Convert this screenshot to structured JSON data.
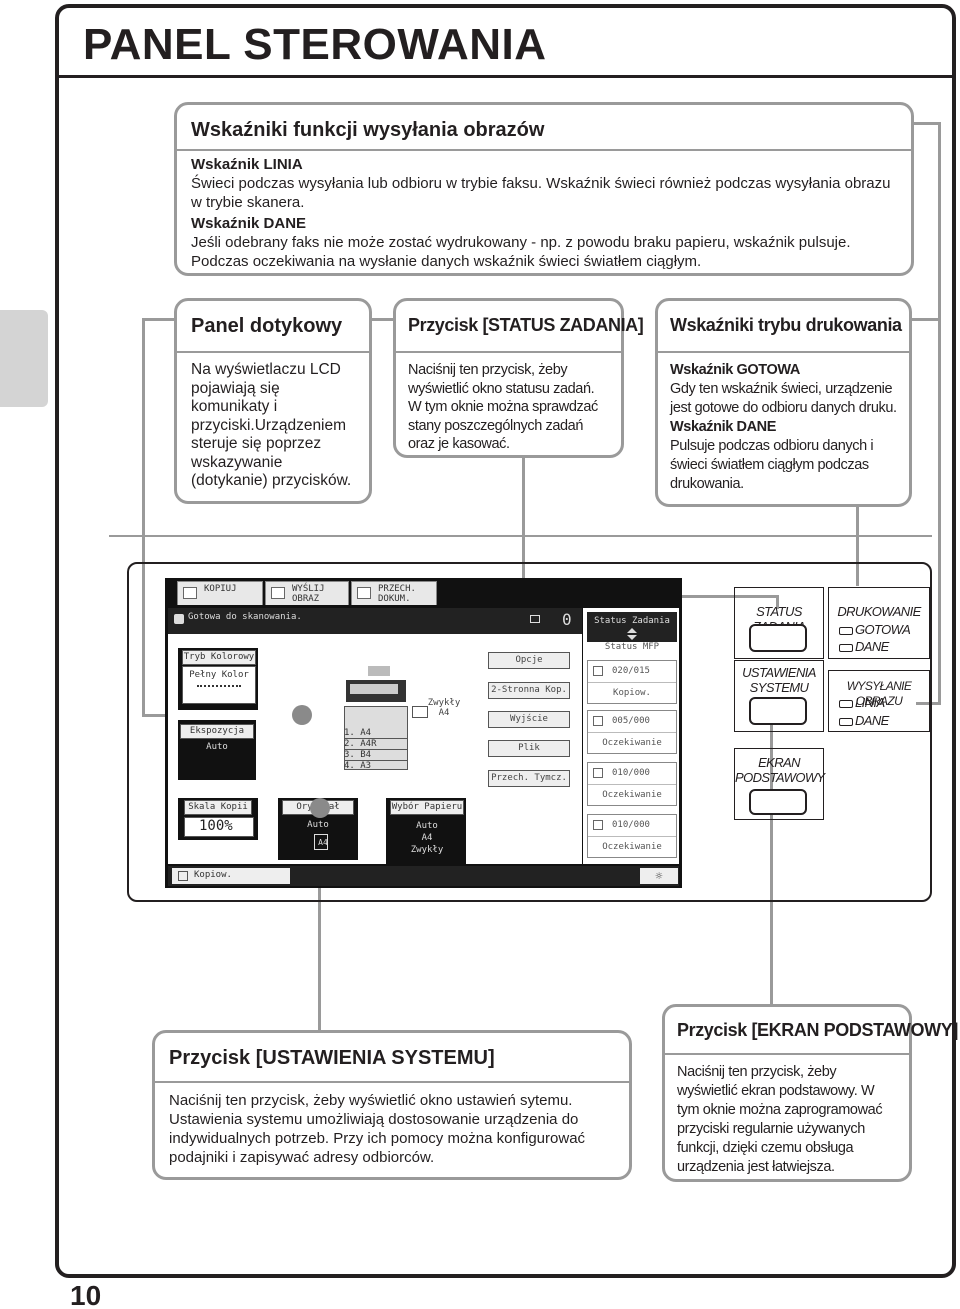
{
  "page": {
    "title": "PANEL STEROWANIA",
    "page_number": "10"
  },
  "send_indicators": {
    "heading": "Wskaźniki funkcji wysyłania obrazów",
    "line_title": "Wskaźnik LINIA",
    "line_text": "Świeci podczas wysyłania lub odbioru w trybie faksu. Wskaźnik świeci również podczas wysyłania obrazu w trybie skanera.",
    "data_title": "Wskaźnik DANE",
    "data_text": "Jeśli odebrany faks nie może zostać wydrukowany - np. z powodu braku papieru, wskaźnik pulsuje. Podczas oczekiwania na wysłanie danych wskaźnik świeci światłem ciągłym."
  },
  "touch_panel": {
    "heading": "Panel dotykowy",
    "text": "Na wyświetlaczu LCD pojawiają się komunikaty i przyciski.Urządzeniem steruje się poprzez wskazywanie (dotykanie) przycisków."
  },
  "job_status": {
    "heading": "Przycisk [STATUS ZADANIA]",
    "text": "Naciśnij ten przycisk, żeby wyświetlić okno statusu zadań. W tym oknie można sprawdzać stany poszczególnych zadań oraz je kasować."
  },
  "print_indicators": {
    "heading": "Wskaźniki trybu drukowania",
    "ready_title": "Wskaźnik GOTOWA",
    "ready_text": "Gdy ten wskaźnik świeci, urządzenie jest gotowe do odbioru danych druku.",
    "data_title": "Wskaźnik DANE",
    "data_text": "Pulsuje podczas odbioru danych i świeci światłem ciągłym podczas drukowania."
  },
  "system_settings": {
    "heading": "Przycisk [USTAWIENIA SYSTEMU]",
    "text": "Naciśnij ten przycisk, żeby wyświetlić okno ustawień sytemu. Ustawienia systemu umożliwiają dostosowanie urządzenia do indywidualnych potrzeb. Przy ich pomocy można konfigurować podajniki i zapisywać adresy odbiorców."
  },
  "home_screen": {
    "heading": "Przycisk [EKRAN PODSTAWOWY]",
    "text": "Naciśnij ten przycisk, żeby wyświetlić ekran podstawowy. W tym oknie można zaprogramować przyciski regularnie używanych funkcji, dzięki czemu obsługa urządzenia jest łatwiejsza."
  },
  "screen": {
    "tabs": [
      "KOPIUJ",
      "WYŚLIJ OBRAZ",
      "PRZECH. DOKUM."
    ],
    "status_message": "Gotowa do skanowania.",
    "counter": "0",
    "color_mode_label": "Tryb Kolorowy",
    "color_mode_value": "Pełny Kolor",
    "exposure_label": "Ekspozycja",
    "exposure_value": "Auto",
    "trays": [
      "1.  A4",
      "2.  A4R",
      "3.  B4",
      "4.  A3"
    ],
    "plain_paper": "Zwykły",
    "plain_size": "A4",
    "right_buttons": [
      "Opcje",
      "2-Stronna Kop.",
      "Wyjście",
      "Plik",
      "Przech. Tymcz."
    ],
    "copy_ratio_label": "Skala Kopii",
    "copy_ratio_value": "100%",
    "original_label": "Oryginał",
    "original_value": "Auto",
    "original_size": "A4",
    "paper_select_label": "Wybór Papieru",
    "paper_select_value": "Auto",
    "paper_select_size": "A4",
    "paper_select_type": "Zwykły",
    "job_status_label": "Status Zadania",
    "mfp_status_label": "Status MFP",
    "jobs": [
      {
        "count": "020/015",
        "state": "Kopiow."
      },
      {
        "count": "005/000",
        "state": "Oczekiwanie"
      },
      {
        "count": "010/000",
        "state": "Oczekiwanie"
      },
      {
        "count": "010/000",
        "state": "Oczekiwanie"
      }
    ],
    "bottom_label": "Kopiow."
  },
  "hardware": {
    "job_status": "STATUS ZADANIA",
    "printing": "DRUKOWANIE",
    "ready": "GOTOWA",
    "data": "DANE",
    "system_settings": "USTAWIENIA SYSTEMU",
    "image_send": "WYSYŁANIE OBRAZU",
    "line": "LINIA",
    "data2": "DANE",
    "home_screen": "EKRAN PODSTAWOWY"
  }
}
